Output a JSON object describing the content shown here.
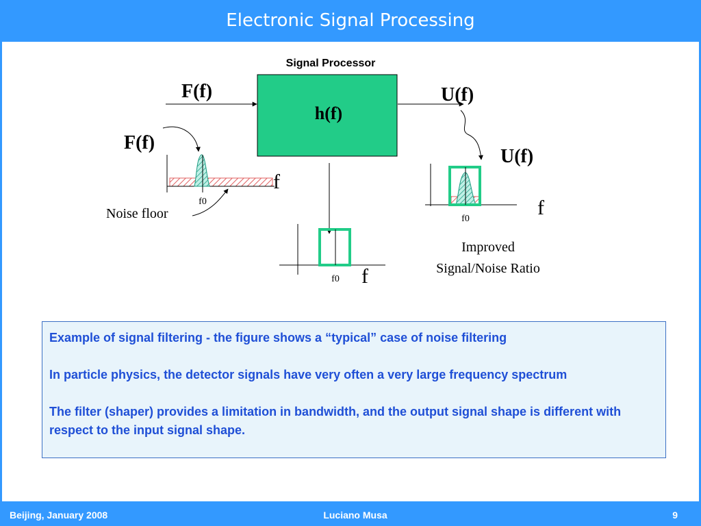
{
  "header": {
    "title": "Electronic Signal Processing"
  },
  "diagram": {
    "processor_label": "Signal Processor",
    "transfer_function": "h(f)",
    "input_top": "F(f)",
    "output_top": "U(f)",
    "input_spectrum_label": "F(f)",
    "output_spectrum_label": "U(f)",
    "input_axis_label": "f",
    "filter_axis_label": "f",
    "output_axis_label": "f",
    "input_f0": "f0",
    "filter_f0": "f0",
    "output_f0": "f0",
    "noise_floor": "Noise floor",
    "improved_line1": "Improved",
    "improved_line2": "Signal/Noise Ratio",
    "colors": {
      "box_fill": "#22cc88",
      "noise_hatch": "#e06060",
      "peak_hatch": "#1a9a80"
    }
  },
  "notes": {
    "line1": "Example of signal filtering - the figure shows a “typical” case of noise filtering",
    "line2": "In particle physics, the detector signals have very often a very large frequency spectrum",
    "line3": "The filter (shaper) provides a limitation in bandwidth, and the output signal shape is different with respect to the input signal shape."
  },
  "footer": {
    "left": "Beijing, January  2008",
    "center": "Luciano Musa",
    "right": "9"
  }
}
